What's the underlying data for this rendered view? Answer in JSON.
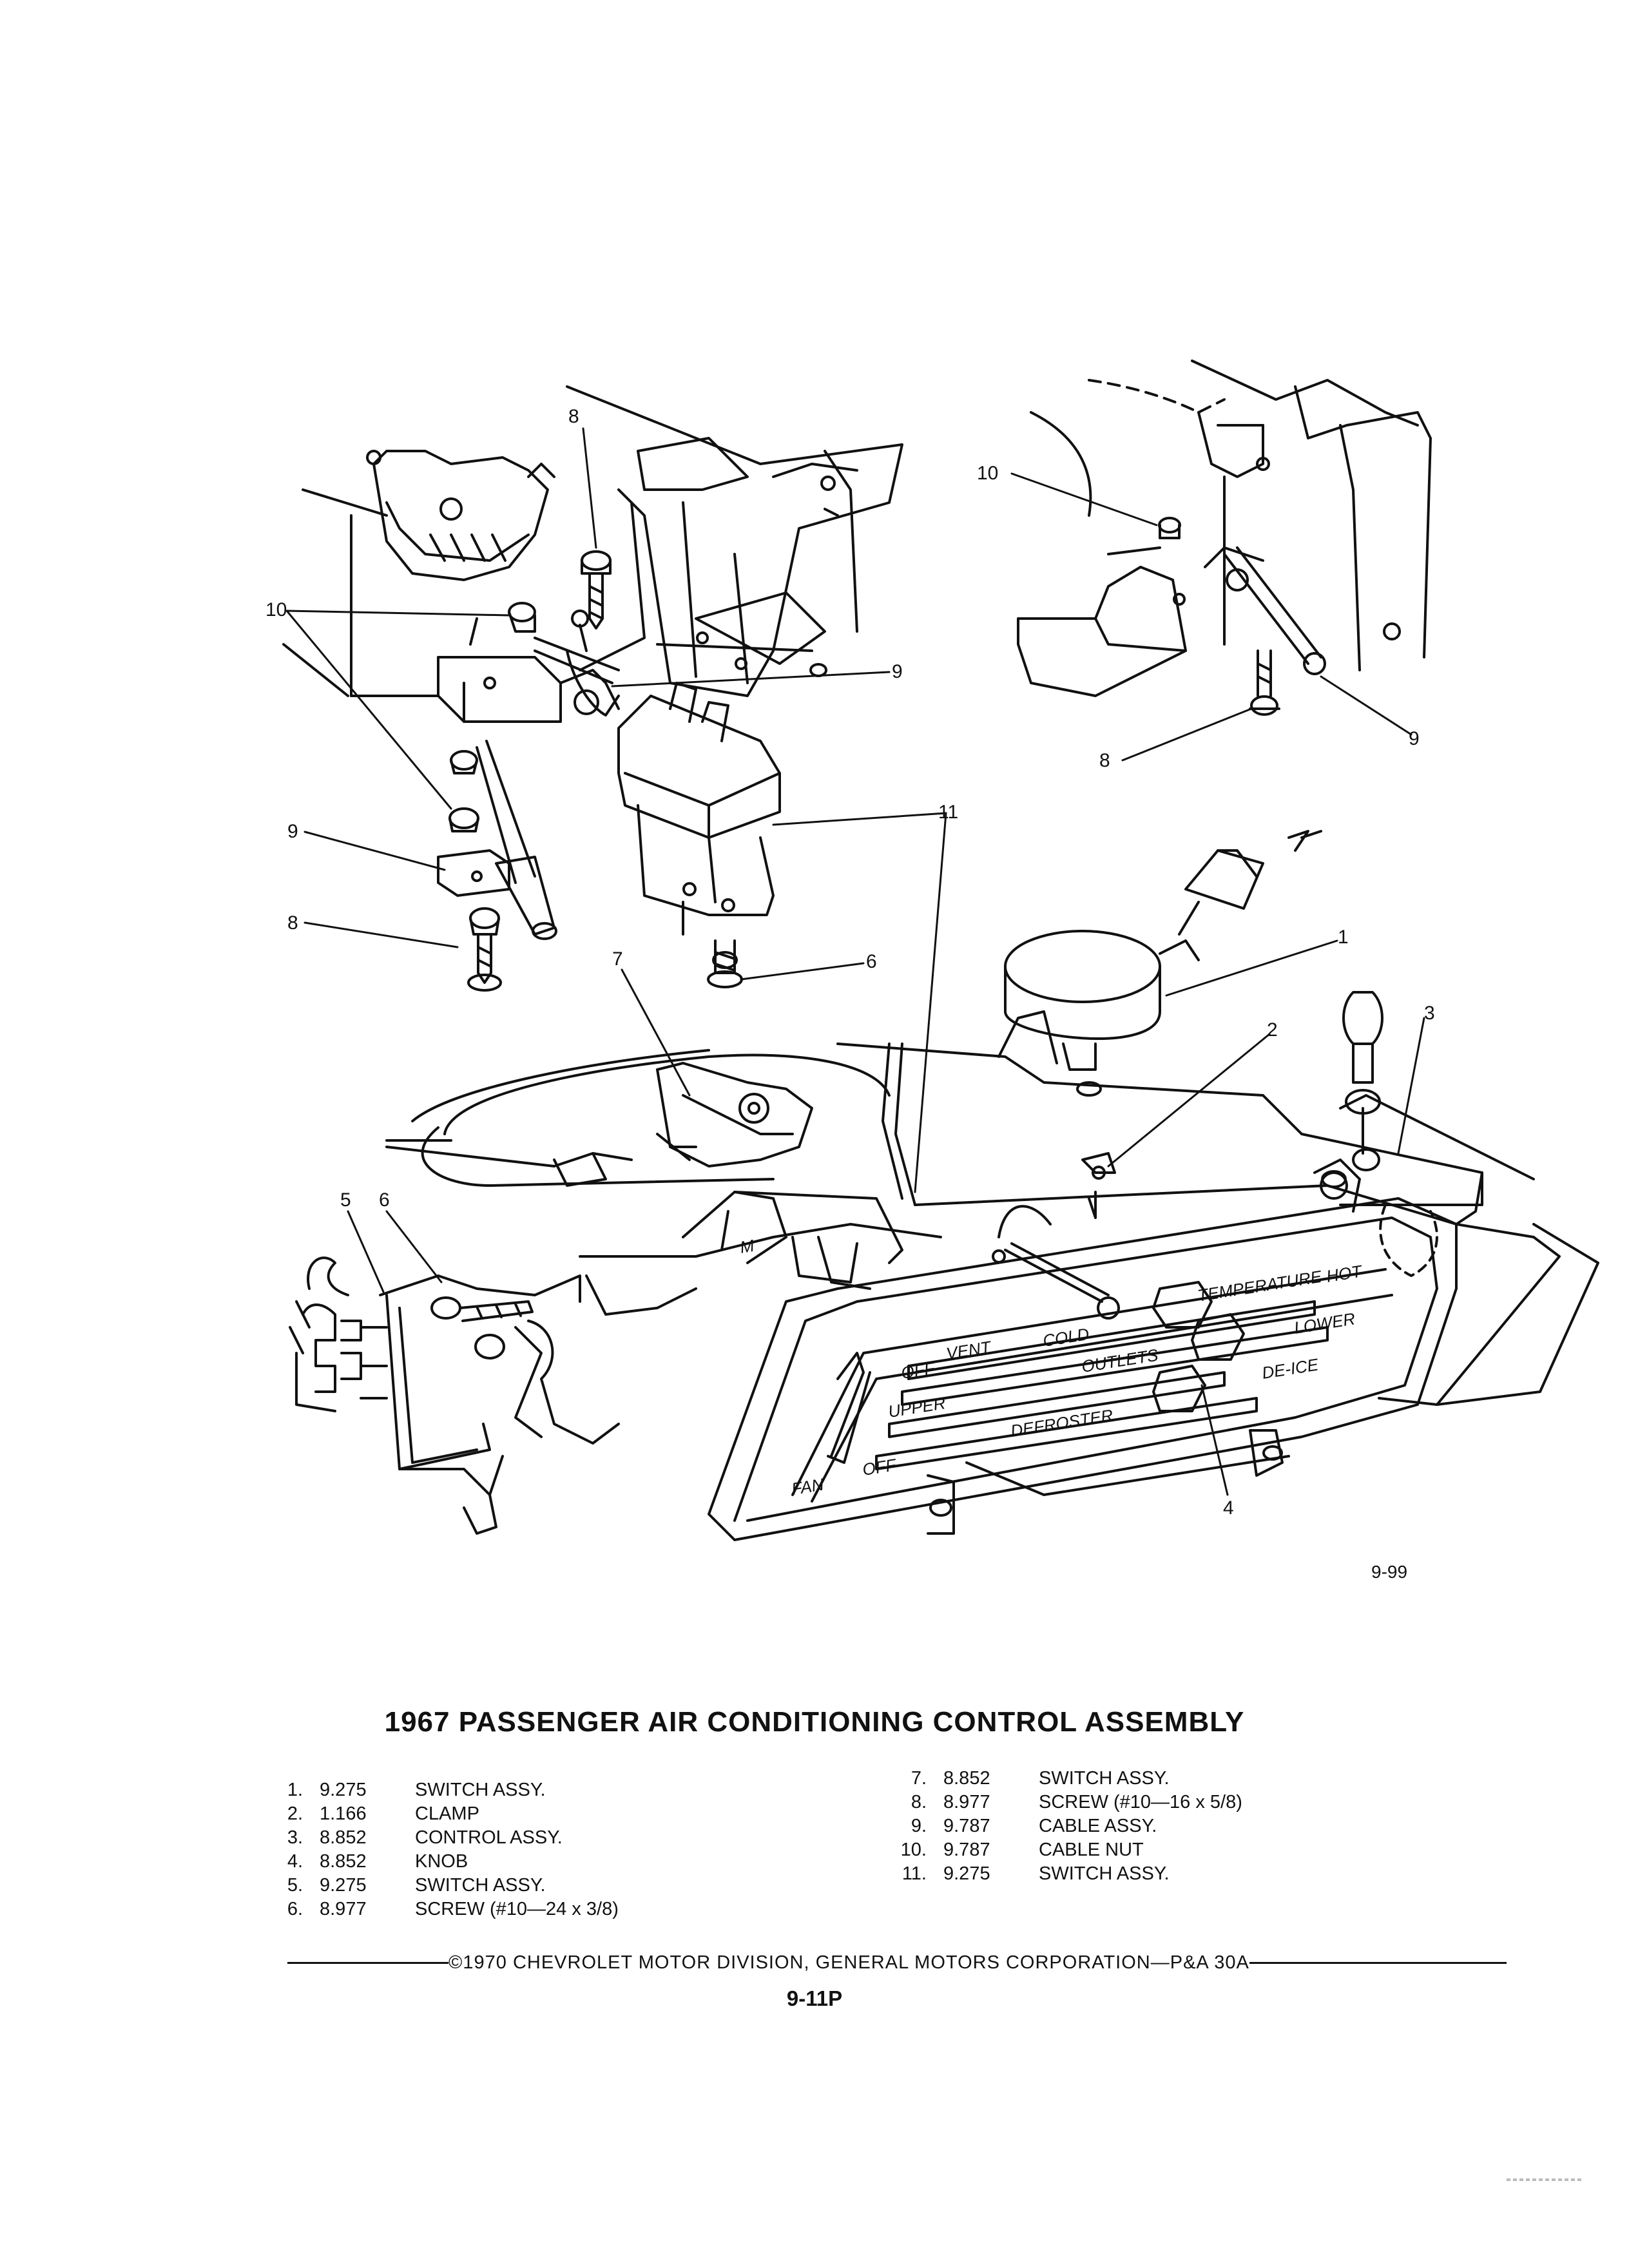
{
  "figure": {
    "figure_number": "9-99",
    "callouts": [
      "8",
      "10",
      "9",
      "11",
      "6",
      "7",
      "5",
      "1",
      "2",
      "3",
      "4"
    ],
    "panel_labels": [
      "OFF",
      "VENT",
      "COLD",
      "TEMPERATURE",
      "HOT",
      "LOWER",
      "UPPER",
      "OUTLETS",
      "DE-ICE",
      "DEFROSTER",
      "FAN",
      "M"
    ]
  },
  "title": "1967 PASSENGER AIR CONDITIONING CONTROL ASSEMBLY",
  "parts_left": [
    {
      "num": "1.",
      "code": "9.275",
      "desc": "SWITCH ASSY."
    },
    {
      "num": "2.",
      "code": "1.166",
      "desc": "CLAMP"
    },
    {
      "num": "3.",
      "code": "8.852",
      "desc": "CONTROL ASSY."
    },
    {
      "num": "4.",
      "code": "8.852",
      "desc": "KNOB"
    },
    {
      "num": "5.",
      "code": "9.275",
      "desc": "SWITCH ASSY."
    },
    {
      "num": "6.",
      "code": "8.977",
      "desc": "SCREW (#10—24 x 3/8)"
    }
  ],
  "parts_right": [
    {
      "num": "7.",
      "code": "8.852",
      "desc": "SWITCH ASSY."
    },
    {
      "num": "8.",
      "code": "8.977",
      "desc": "SCREW (#10—16 x 5/8)"
    },
    {
      "num": "9.",
      "code": "9.787",
      "desc": "CABLE ASSY."
    },
    {
      "num": "10.",
      "code": "9.787",
      "desc": "CABLE NUT"
    },
    {
      "num": "11.",
      "code": "9.275",
      "desc": "SWITCH ASSY."
    }
  ],
  "footer": "©1970 CHEVROLET MOTOR DIVISION, GENERAL MOTORS CORPORATION—P&A 30A",
  "page_number": "9-11P"
}
